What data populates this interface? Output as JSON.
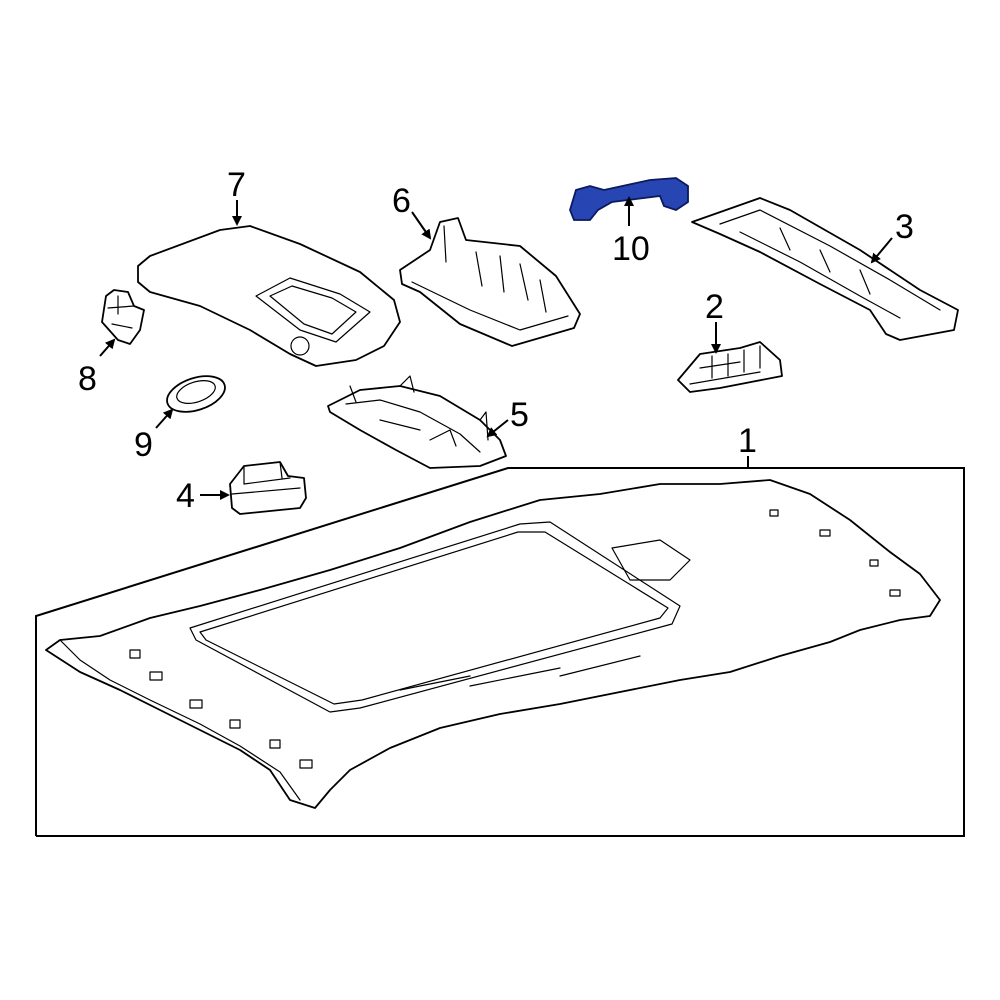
{
  "callouts": [
    "1",
    "2",
    "3",
    "4",
    "5",
    "6",
    "7",
    "8",
    "9",
    "10"
  ],
  "colors": {
    "line": "#000000",
    "background": "#ffffff",
    "highlight_part": "#2746b4",
    "highlight_outline": "#0a1a5a"
  },
  "highlighted_callout": "10"
}
